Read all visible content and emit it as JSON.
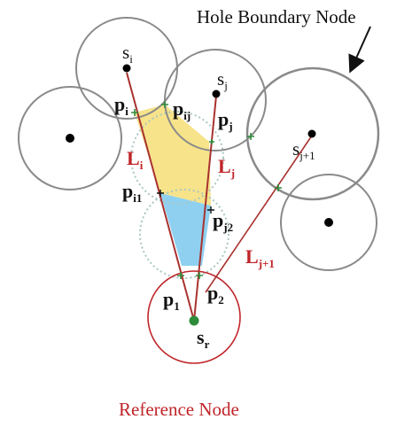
{
  "labels": {
    "hole_boundary_node": "Hole Boundary Node",
    "reference_node": "Reference Node",
    "s_i": {
      "base": "s",
      "sub": "i"
    },
    "s_j": {
      "base": "s",
      "sub": "j"
    },
    "s_j1": {
      "base": "s",
      "sub": "j+1"
    },
    "s_r": {
      "base": "s",
      "sub": "r"
    },
    "p_i": {
      "base": "p",
      "sub": "i"
    },
    "p_ij": {
      "base": "p",
      "sub": "ij"
    },
    "p_j": {
      "base": "p",
      "sub": "j"
    },
    "p_i1": {
      "base": "p",
      "sub": "i1"
    },
    "p_j2": {
      "base": "p",
      "sub": "j2"
    },
    "p_1": {
      "base": "p",
      "sub": "1"
    },
    "p_2": {
      "base": "p",
      "sub": "2"
    },
    "L_i": {
      "base": "L",
      "sub": "i"
    },
    "L_j": {
      "base": "L",
      "sub": "j"
    },
    "L_j1": {
      "base": "L",
      "sub": "j+1"
    }
  },
  "colors": {
    "circle": "#8a8a8a",
    "reference": "#c0252a",
    "line": "#a8322f",
    "yellow_region": "#f7e38a",
    "blue_region": "#8fd0f0",
    "green_marker": "#2e8b3a",
    "dotted": "#a9c7c0",
    "node": "#000000"
  }
}
